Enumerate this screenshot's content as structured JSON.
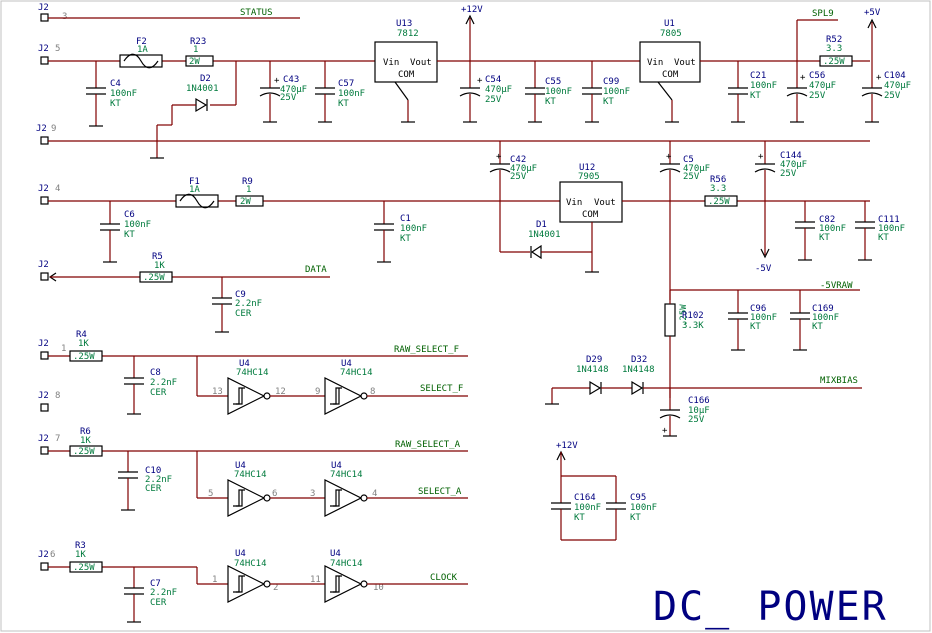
{
  "title": "DC_ POWER",
  "connectors": [
    {
      "ref": "J2",
      "pin": "3"
    },
    {
      "ref": "J2",
      "pin": "5"
    },
    {
      "ref": "J2",
      "pin": "9"
    },
    {
      "ref": "J2",
      "pin": "4"
    },
    {
      "ref": "J2",
      "pin": ""
    },
    {
      "ref": "J2",
      "pin": "1"
    },
    {
      "ref": "J2",
      "pin": "8"
    },
    {
      "ref": "J2",
      "pin": "7"
    },
    {
      "ref": "J2",
      "pin": "6"
    }
  ],
  "nets": {
    "status": "STATUS",
    "spl9": "SPL9",
    "p12": "+12V",
    "p5": "+5V",
    "n5": "-5V",
    "n5raw": "-5VRAW",
    "data": "DATA",
    "raw_select_f": "RAW_SELECT_F",
    "select_f": "SELECT_F",
    "raw_select_a": "RAW_SELECT_A",
    "select_a": "SELECT_A",
    "mixbias": "MIXBIAS",
    "clock": "CLOCK",
    "p12b": "+12V"
  },
  "regulators": [
    {
      "ref": "U13",
      "value": "7812",
      "vin": "Vin",
      "vout": "Vout",
      "com": "COM"
    },
    {
      "ref": "U1",
      "value": "7805",
      "vin": "Vin",
      "vout": "Vout",
      "com": "COM"
    },
    {
      "ref": "U12",
      "value": "7905",
      "vin": "Vin",
      "vout": "Vout",
      "com": "COM"
    }
  ],
  "resistors": [
    {
      "ref": "R23",
      "value": "1",
      "body": "2W"
    },
    {
      "ref": "R52",
      "value": "3.3",
      "body": ".25W"
    },
    {
      "ref": "R9",
      "value": "1",
      "body": "2W"
    },
    {
      "ref": "R56",
      "value": "3.3",
      "body": ".25W"
    },
    {
      "ref": "R5",
      "value": "1K",
      "body": ".25W"
    },
    {
      "ref": "R102",
      "value": "3.3K",
      "body": ".25W"
    },
    {
      "ref": "R4",
      "value": "1K",
      "body": ".25W"
    },
    {
      "ref": "R6",
      "value": "1K",
      "body": ".25W"
    },
    {
      "ref": "R3",
      "value": "1K",
      "body": ".25W"
    }
  ],
  "fuses": [
    {
      "ref": "F2",
      "value": "1A"
    },
    {
      "ref": "F1",
      "value": "1A"
    }
  ],
  "diodes": [
    {
      "ref": "D2",
      "value": "1N4001"
    },
    {
      "ref": "D1",
      "value": "1N4001"
    },
    {
      "ref": "D29",
      "value": "1N4148"
    },
    {
      "ref": "D32",
      "value": "1N4148"
    }
  ],
  "capacitors": [
    {
      "ref": "C4",
      "v1": "100nF",
      "v2": "KT"
    },
    {
      "ref": "C43",
      "v1": "470µF",
      "v2": "25V"
    },
    {
      "ref": "C57",
      "v1": "100nF",
      "v2": "KT"
    },
    {
      "ref": "C54",
      "v1": "470µF",
      "v2": "25V"
    },
    {
      "ref": "C55",
      "v1": "100nF",
      "v2": "KT"
    },
    {
      "ref": "C99",
      "v1": "100nF",
      "v2": "KT"
    },
    {
      "ref": "C21",
      "v1": "100nF",
      "v2": "KT"
    },
    {
      "ref": "C56",
      "v1": "470µF",
      "v2": "25V"
    },
    {
      "ref": "C104",
      "v1": "470µF",
      "v2": "25V"
    },
    {
      "ref": "C42",
      "v1": "470µF",
      "v2": "25V"
    },
    {
      "ref": "C5",
      "v1": "470µF",
      "v2": "25V"
    },
    {
      "ref": "C144",
      "v1": "470µF",
      "v2": "25V"
    },
    {
      "ref": "C6",
      "v1": "100nF",
      "v2": "KT"
    },
    {
      "ref": "C1",
      "v1": "100nF",
      "v2": "KT"
    },
    {
      "ref": "C82",
      "v1": "100nF",
      "v2": "KT"
    },
    {
      "ref": "C111",
      "v1": "100nF",
      "v2": "KT"
    },
    {
      "ref": "C9",
      "v1": "2.2nF",
      "v2": "CER"
    },
    {
      "ref": "C96",
      "v1": "100nF",
      "v2": "KT"
    },
    {
      "ref": "C169",
      "v1": "100nF",
      "v2": "KT"
    },
    {
      "ref": "C8",
      "v1": "2.2nF",
      "v2": "CER"
    },
    {
      "ref": "C166",
      "v1": "10µF",
      "v2": "25V"
    },
    {
      "ref": "C10",
      "v1": "2.2nF",
      "v2": "CER"
    },
    {
      "ref": "C164",
      "v1": "100nF",
      "v2": "KT"
    },
    {
      "ref": "C95",
      "v1": "100nF",
      "v2": "KT"
    },
    {
      "ref": "C7",
      "v1": "2.2nF",
      "v2": "CER"
    }
  ],
  "inverters": [
    {
      "ref": "U4",
      "value": "74HC14",
      "pin_in": "13",
      "pin_out": "12"
    },
    {
      "ref": "U4",
      "value": "74HC14",
      "pin_in": "9",
      "pin_out": "8"
    },
    {
      "ref": "U4",
      "value": "74HC14",
      "pin_in": "5",
      "pin_out": "6"
    },
    {
      "ref": "U4",
      "value": "74HC14",
      "pin_in": "3",
      "pin_out": "4"
    },
    {
      "ref": "U4",
      "value": "74HC14",
      "pin_in": "1",
      "pin_out": "2"
    },
    {
      "ref": "U4",
      "value": "74HC14",
      "pin_in": "11",
      "pin_out": "10"
    }
  ],
  "colors": {
    "wire": "#800000",
    "ref": "#000080",
    "value": "#007a3d",
    "net": "#006000",
    "pin": "#808080"
  }
}
